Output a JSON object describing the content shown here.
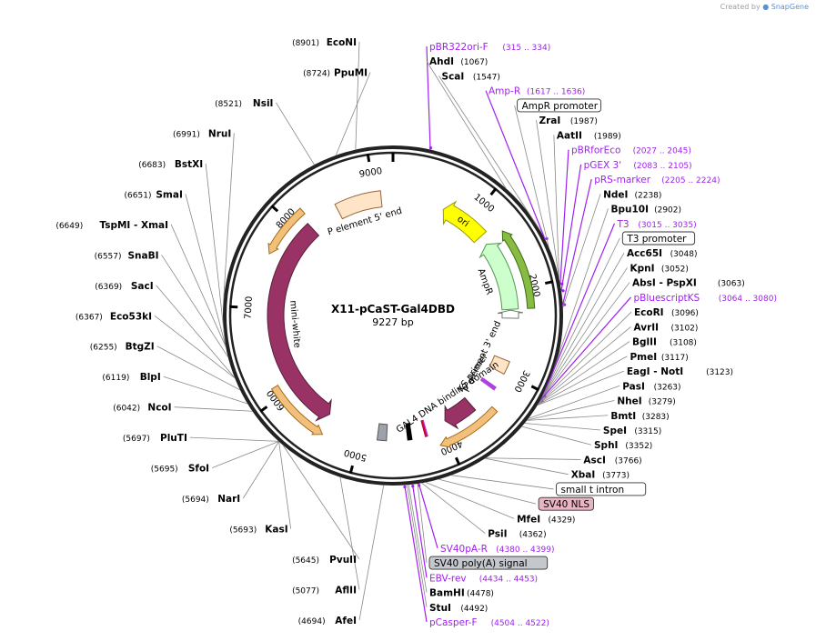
{
  "credit": {
    "prefix": "Created by",
    "brand": "SnapGene"
  },
  "plasmid": {
    "name": "X11-pCaST-Gal4DBD",
    "length_label": "9227 bp",
    "total_bp": 9227
  },
  "scale_ticks": [
    {
      "bp": 1000,
      "label": "1000"
    },
    {
      "bp": 2000,
      "label": "2000"
    },
    {
      "bp": 3000,
      "label": "3000"
    },
    {
      "bp": 4000,
      "label": "4000"
    },
    {
      "bp": 5000,
      "label": "5000"
    },
    {
      "bp": 6000,
      "label": "6000"
    },
    {
      "bp": 7000,
      "label": "7000"
    },
    {
      "bp": 8000,
      "label": "8000"
    },
    {
      "bp": 9000,
      "label": "9000"
    }
  ],
  "features": [
    {
      "name": "ori",
      "label": "ori",
      "start": 650,
      "end": 1230,
      "track": "inner",
      "dir": -1,
      "color": "#ffff00",
      "stroke": "#9a9a00"
    },
    {
      "name": "ampr",
      "label": "AmpR",
      "start": 1350,
      "end": 2230,
      "track": "inner",
      "dir": -1,
      "color": "#ccffcc",
      "stroke": "#559955"
    },
    {
      "name": "ampr-promoter",
      "label": "",
      "start": 2240,
      "end": 2340,
      "track": "inner",
      "dir": -1,
      "color": "#ffffff",
      "stroke": "#777777"
    },
    {
      "name": "p-element-3-end",
      "label": "P element 3' end",
      "start": 2860,
      "end": 3020,
      "track": "inner",
      "dir": 0,
      "color": "#ffe4c8",
      "stroke": "#996633"
    },
    {
      "name": "ks-primer",
      "label": "KS primer",
      "start": 3200,
      "end": 3240,
      "track": "inner",
      "dir": 0,
      "color": "#b040e0",
      "stroke": "#b040e0"
    },
    {
      "name": "gal4-dbd",
      "label": "GAL4 DNA binding domain",
      "start": 3560,
      "end": 3940,
      "track": "inner",
      "dir": 1,
      "color": "#993366",
      "stroke": "#5a1e3c"
    },
    {
      "name": "marker-a",
      "label": "",
      "start": 4200,
      "end": 4215,
      "track": "inner",
      "dir": 0,
      "color": "#b040e0",
      "stroke": "#b040e0"
    },
    {
      "name": "marker-b",
      "label": "",
      "start": 4215,
      "end": 4230,
      "track": "inner",
      "dir": 0,
      "color": "#cc0033",
      "stroke": "#cc0033"
    },
    {
      "name": "small-t-intron",
      "label": "",
      "start": 4390,
      "end": 4440,
      "track": "inner",
      "dir": 0,
      "color": "#000000",
      "stroke": "#000000"
    },
    {
      "name": "sv40-polya",
      "label": "",
      "start": 4690,
      "end": 4800,
      "track": "inner",
      "dir": 0,
      "color": "#9ea3ab",
      "stroke": "#555555"
    },
    {
      "name": "mini-white",
      "label": "mini-white",
      "start": 5450,
      "end": 8130,
      "track": "inner",
      "dir": -1,
      "color": "#993366",
      "stroke": "#5a1e3c"
    },
    {
      "name": "p-element-5-end",
      "label": "P element 5' end",
      "start": 8520,
      "end": 9080,
      "track": "inner",
      "dir": 0,
      "color": "#ffe4c8",
      "stroke": "#996633"
    },
    {
      "name": "outer-a",
      "label": "",
      "start": 1340,
      "end": 2230,
      "track": "outer",
      "dir": -1,
      "color": "#88bb44",
      "stroke": "#3d6e15"
    },
    {
      "name": "outer-b",
      "label": "",
      "start": 3400,
      "end": 4100,
      "track": "outer",
      "dir": 1,
      "color": "#f2c07a",
      "stroke": "#a36b1a"
    },
    {
      "name": "outer-c",
      "label": "",
      "start": 5400,
      "end": 6120,
      "track": "outer",
      "dir": -1,
      "color": "#f2c07a",
      "stroke": "#a36b1a"
    },
    {
      "name": "outer-d",
      "label": "",
      "start": 7600,
      "end": 8180,
      "track": "outer",
      "dir": -1,
      "color": "#f2c07a",
      "stroke": "#a36b1a"
    }
  ],
  "annotations": [
    {
      "name": "pbr322ori-f",
      "kind": "primer",
      "pos": 325,
      "label": "pBR322ori-F",
      "pos_label": "(315 .. 334)",
      "side": "right"
    },
    {
      "name": "ahdi",
      "kind": "enzyme",
      "pos": 1067,
      "label": "AhdI",
      "pos_label": "(1067)",
      "side": "right"
    },
    {
      "name": "scai",
      "kind": "enzyme",
      "pos": 1547,
      "label": "ScaI",
      "pos_label": "(1547)",
      "side": "right"
    },
    {
      "name": "amp-r",
      "kind": "primer",
      "pos": 1626,
      "label": "Amp-R",
      "pos_label": "(1617 .. 1636)",
      "side": "right"
    },
    {
      "name": "ampr-promoter",
      "kind": "boxed",
      "pos": 1700,
      "label": "AmpR promoter",
      "side": "right",
      "fill": "#ffffff"
    },
    {
      "name": "zrai",
      "kind": "enzyme",
      "pos": 1987,
      "label": "ZraI",
      "pos_label": "(1987)",
      "side": "right"
    },
    {
      "name": "aatii",
      "kind": "enzyme",
      "pos": 1989,
      "label": "AatII",
      "pos_label": "(1989)",
      "side": "right"
    },
    {
      "name": "pbrforeco",
      "kind": "primer",
      "pos": 2036,
      "label": "pBRforEco",
      "pos_label": "(2027 .. 2045)",
      "side": "right"
    },
    {
      "name": "pgex-3",
      "kind": "primer",
      "pos": 2094,
      "label": "pGEX 3'",
      "pos_label": "(2083 .. 2105)",
      "side": "right"
    },
    {
      "name": "prs-marker",
      "kind": "primer",
      "pos": 2214,
      "label": "pRS-marker",
      "pos_label": "(2205 .. 2224)",
      "side": "right"
    },
    {
      "name": "ndei",
      "kind": "enzyme",
      "pos": 2238,
      "label": "NdeI",
      "pos_label": "(2238)",
      "side": "right"
    },
    {
      "name": "bpu10i",
      "kind": "enzyme",
      "pos": 2902,
      "label": "Bpu10I",
      "pos_label": "(2902)",
      "side": "right"
    },
    {
      "name": "t3",
      "kind": "primer",
      "pos": 3025,
      "label": "T3",
      "pos_label": "(3015 .. 3035)",
      "side": "right"
    },
    {
      "name": "t3-promoter",
      "kind": "boxed",
      "pos": 3038,
      "label": "T3 promoter",
      "side": "right",
      "fill": "#ffffff"
    },
    {
      "name": "acc65i",
      "kind": "enzyme",
      "pos": 3048,
      "label": "Acc65I",
      "pos_label": "(3048)",
      "side": "right"
    },
    {
      "name": "kpni",
      "kind": "enzyme",
      "pos": 3052,
      "label": "KpnI",
      "pos_label": "(3052)",
      "side": "right"
    },
    {
      "name": "absi-pspxi",
      "kind": "enzyme",
      "pos": 3063,
      "label": "AbsI",
      "label2": "PspXI",
      "pos_label": "(3063)",
      "side": "right"
    },
    {
      "name": "pbluescriptks",
      "kind": "primer",
      "pos": 3072,
      "label": "pBluescriptKS",
      "pos_label": "(3064 .. 3080)",
      "side": "right"
    },
    {
      "name": "ecori",
      "kind": "enzyme",
      "pos": 3096,
      "label": "EcoRI",
      "pos_label": "(3096)",
      "side": "right"
    },
    {
      "name": "avrii",
      "kind": "enzyme",
      "pos": 3102,
      "label": "AvrII",
      "pos_label": "(3102)",
      "side": "right"
    },
    {
      "name": "bglii",
      "kind": "enzyme",
      "pos": 3108,
      "label": "BglII",
      "pos_label": "(3108)",
      "side": "right"
    },
    {
      "name": "pmei",
      "kind": "enzyme",
      "pos": 3117,
      "label": "PmeI",
      "pos_label": "(3117)",
      "side": "right"
    },
    {
      "name": "eagi-noti",
      "kind": "enzyme",
      "pos": 3123,
      "label": "EagI",
      "label2": "NotI",
      "pos_label": "(3123)",
      "side": "right"
    },
    {
      "name": "pasi",
      "kind": "enzyme",
      "pos": 3263,
      "label": "PasI",
      "pos_label": "(3263)",
      "side": "right"
    },
    {
      "name": "nhei",
      "kind": "enzyme",
      "pos": 3279,
      "label": "NheI",
      "pos_label": "(3279)",
      "side": "right"
    },
    {
      "name": "bmti",
      "kind": "enzyme",
      "pos": 3283,
      "label": "BmtI",
      "pos_label": "(3283)",
      "side": "right"
    },
    {
      "name": "spei",
      "kind": "enzyme",
      "pos": 3315,
      "label": "SpeI",
      "pos_label": "(3315)",
      "side": "right"
    },
    {
      "name": "sphi",
      "kind": "enzyme",
      "pos": 3352,
      "label": "SphI",
      "pos_label": "(3352)",
      "side": "right"
    },
    {
      "name": "asci",
      "kind": "enzyme",
      "pos": 3766,
      "label": "AscI",
      "pos_label": "(3766)",
      "side": "right"
    },
    {
      "name": "xbai",
      "kind": "enzyme",
      "pos": 3773,
      "label": "XbaI",
      "pos_label": "(3773)",
      "side": "right"
    },
    {
      "name": "small-t-intron",
      "kind": "boxed",
      "pos": 4100,
      "label": "small t intron",
      "side": "right",
      "fill": "#ffffff"
    },
    {
      "name": "sv40-nls",
      "kind": "boxed",
      "pos": 4215,
      "label": "SV40 NLS",
      "side": "right",
      "fill": "#e8b4c4"
    },
    {
      "name": "mfei",
      "kind": "enzyme",
      "pos": 4329,
      "label": "MfeI",
      "pos_label": "(4329)",
      "side": "right"
    },
    {
      "name": "psii",
      "kind": "enzyme",
      "pos": 4362,
      "label": "PsiI",
      "pos_label": "(4362)",
      "side": "right"
    },
    {
      "name": "sv40pa-r",
      "kind": "primer",
      "pos": 4390,
      "label": "SV40pA-R",
      "pos_label": "(4380 .. 4399)",
      "side": "right"
    },
    {
      "name": "sv40-polya-signal",
      "kind": "boxed",
      "pos": 4400,
      "label": "SV40 poly(A) signal",
      "side": "right",
      "fill": "#c4c7cc"
    },
    {
      "name": "ebv-rev",
      "kind": "primer",
      "pos": 4444,
      "label": "EBV-rev",
      "pos_label": "(4434 .. 4453)",
      "side": "right"
    },
    {
      "name": "bamhi",
      "kind": "enzyme",
      "pos": 4478,
      "label": "BamHI",
      "pos_label": "(4478)",
      "side": "right"
    },
    {
      "name": "stui",
      "kind": "enzyme",
      "pos": 4492,
      "label": "StuI",
      "pos_label": "(4492)",
      "side": "right"
    },
    {
      "name": "pcasper-f",
      "kind": "primer",
      "pos": 4513,
      "label": "pCasper-F",
      "pos_label": "(4504 .. 4522)",
      "side": "right"
    },
    {
      "name": "afei",
      "kind": "enzyme",
      "pos": 4694,
      "label": "AfeI",
      "pos_label": "(4694)",
      "side": "left"
    },
    {
      "name": "aflii",
      "kind": "enzyme",
      "pos": 5077,
      "label": "AflII",
      "pos_label": "(5077)",
      "side": "left"
    },
    {
      "name": "pvuii",
      "kind": "enzyme",
      "pos": 5645,
      "label": "PvuII",
      "pos_label": "(5645)",
      "side": "left"
    },
    {
      "name": "kasi",
      "kind": "enzyme",
      "pos": 5693,
      "label": "KasI",
      "pos_label": "(5693)",
      "side": "left"
    },
    {
      "name": "nari",
      "kind": "enzyme",
      "pos": 5694,
      "label": "NarI",
      "pos_label": "(5694)",
      "side": "left"
    },
    {
      "name": "sfoi",
      "kind": "enzyme",
      "pos": 5695,
      "label": "SfoI",
      "pos_label": "(5695)",
      "side": "left"
    },
    {
      "name": "pluti",
      "kind": "enzyme",
      "pos": 5697,
      "label": "PluTI",
      "pos_label": "(5697)",
      "side": "left"
    },
    {
      "name": "ncoi",
      "kind": "enzyme",
      "pos": 6042,
      "label": "NcoI",
      "pos_label": "(6042)",
      "side": "left"
    },
    {
      "name": "blpi",
      "kind": "enzyme",
      "pos": 6119,
      "label": "BlpI",
      "pos_label": "(6119)",
      "side": "left"
    },
    {
      "name": "btgzi",
      "kind": "enzyme",
      "pos": 6255,
      "label": "BtgZI",
      "pos_label": "(6255)",
      "side": "left"
    },
    {
      "name": "eco53ki",
      "kind": "enzyme",
      "pos": 6367,
      "label": "Eco53kI",
      "pos_label": "(6367)",
      "side": "left"
    },
    {
      "name": "saci",
      "kind": "enzyme",
      "pos": 6369,
      "label": "SacI",
      "pos_label": "(6369)",
      "side": "left"
    },
    {
      "name": "snabi",
      "kind": "enzyme",
      "pos": 6557,
      "label": "SnaBI",
      "pos_label": "(6557)",
      "side": "left"
    },
    {
      "name": "tspmi-xmai",
      "kind": "enzyme",
      "pos": 6649,
      "label": "TspMI",
      "label2": "XmaI",
      "pos_label": "(6649)",
      "side": "left"
    },
    {
      "name": "smai",
      "kind": "enzyme",
      "pos": 6651,
      "label": "SmaI",
      "pos_label": "(6651)",
      "side": "left"
    },
    {
      "name": "bstxi",
      "kind": "enzyme",
      "pos": 6683,
      "label": "BstXI",
      "pos_label": "(6683)",
      "side": "left"
    },
    {
      "name": "nrui",
      "kind": "enzyme",
      "pos": 6991,
      "label": "NruI",
      "pos_label": "(6991)",
      "side": "left"
    },
    {
      "name": "nsii",
      "kind": "enzyme",
      "pos": 8521,
      "label": "NsiI",
      "pos_label": "(8521)",
      "side": "left"
    },
    {
      "name": "ppumi",
      "kind": "enzyme",
      "pos": 8724,
      "label": "PpuMI",
      "pos_label": "(8724)",
      "side": "left"
    },
    {
      "name": "econi",
      "kind": "enzyme",
      "pos": 8901,
      "label": "EcoNI",
      "pos_label": "(8901)",
      "side": "left"
    }
  ]
}
